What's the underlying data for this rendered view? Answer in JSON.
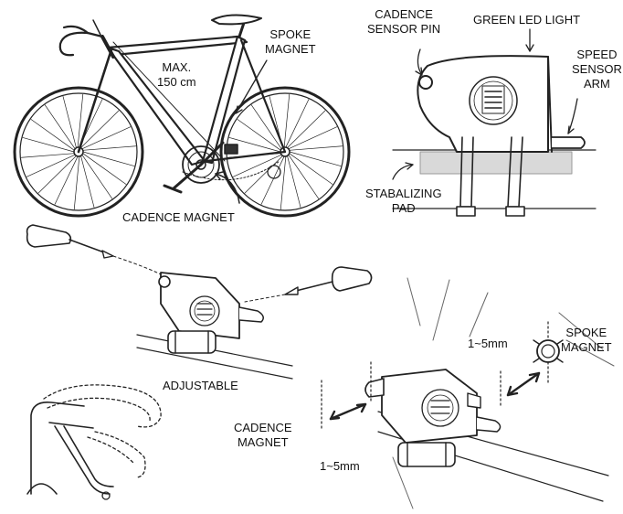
{
  "labels": {
    "max_height_line1": "MAX.",
    "max_height_line2": "150 cm",
    "spoke_magnet_top_line1": "SPOKE",
    "spoke_magnet_top_line2": "MAGNET",
    "cadence_magnet_bike": "CADENCE MAGNET",
    "cadence_sensor_pin_line1": "CADENCE",
    "cadence_sensor_pin_line2": "SENSOR PIN",
    "green_led_light": "GREEN LED LIGHT",
    "speed_sensor_arm_line1": "SPEED",
    "speed_sensor_arm_line2": "SENSOR",
    "speed_sensor_arm_line3": "ARM",
    "stabalizing_pad_line1": "STABALIZING",
    "stabalizing_pad_line2": "PAD",
    "adjustable": "ADJUSTABLE",
    "gap_spoke": "1~5mm",
    "spoke_magnet_bottom_line1": "SPOKE",
    "spoke_magnet_bottom_line2": "MAGNET",
    "cadence_magnet_bottom_line1": "CADENCE",
    "cadence_magnet_bottom_line2": "MAGNET",
    "gap_cadence": "1~5mm"
  }
}
